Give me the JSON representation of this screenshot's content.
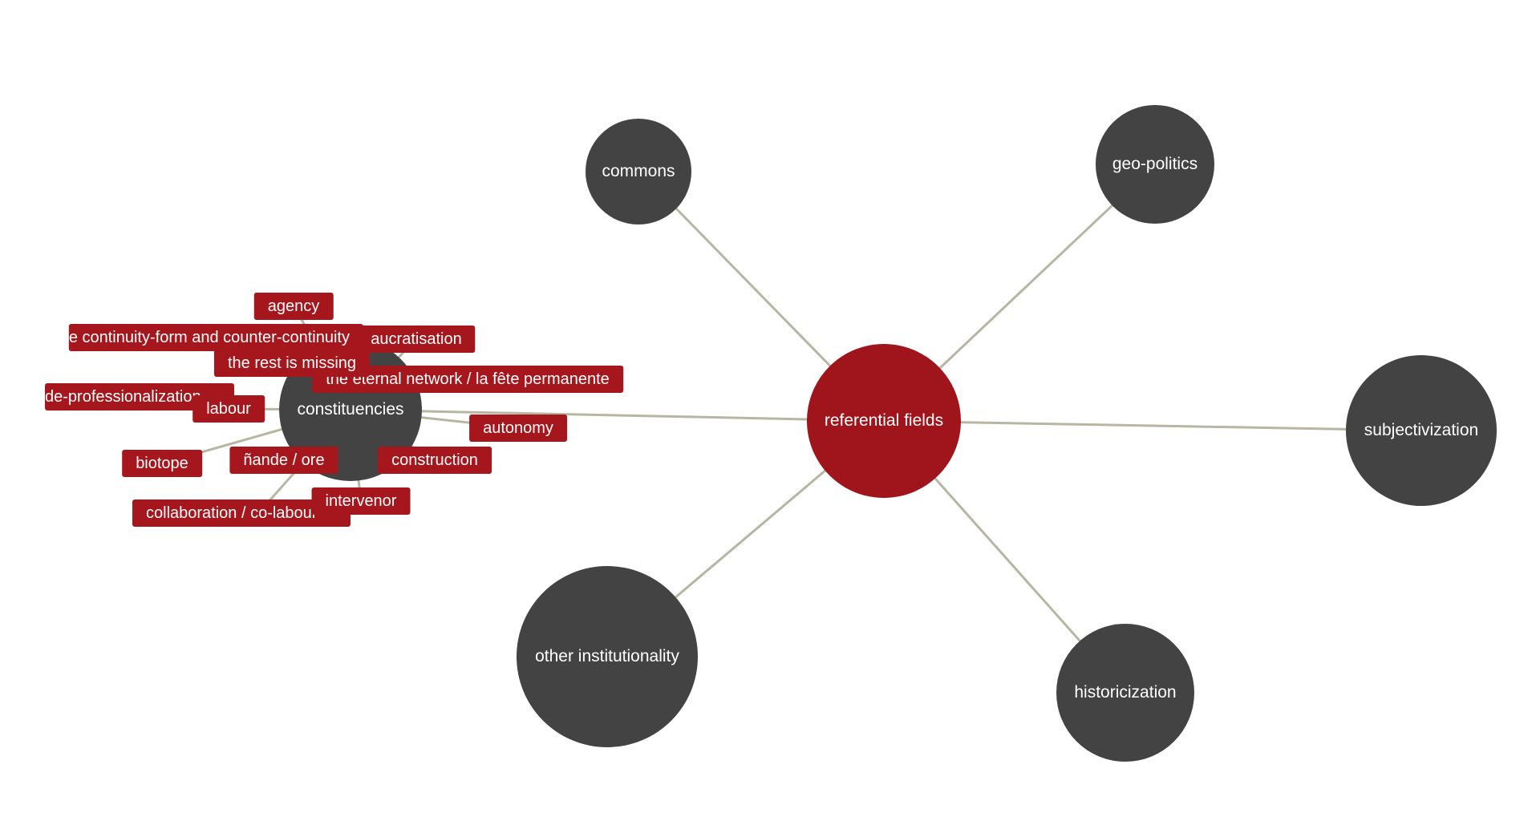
{
  "colors": {
    "edge": "#b7b6a3",
    "node_dark": "#434343",
    "node_accent": "#a0141c",
    "tag": "#a5161d",
    "text": "#ffffff"
  },
  "hub": {
    "label": "referential fields"
  },
  "branches": {
    "commons": "commons",
    "geo_politics": "geo-politics",
    "subjectivization": "subjectivization",
    "historicization": "historicization",
    "other_institutionality": "other institutionality",
    "constituencies": "constituencies"
  },
  "constituency_tags": {
    "agency": "agency",
    "continuity": "e continuity-form and counter-continuity",
    "aucratisation": "aucratisation",
    "rest_missing": "the rest is missing",
    "eternal_network": "the eternal network / la fête permanente",
    "de_professionalization": "de-professionalization",
    "labour": "labour",
    "autonomy": "autonomy",
    "biotope": "biotope",
    "nande": "ñande / ore",
    "construction": "construction",
    "intervenor": "intervenor",
    "collaboration": "collaboration / co-labour"
  }
}
